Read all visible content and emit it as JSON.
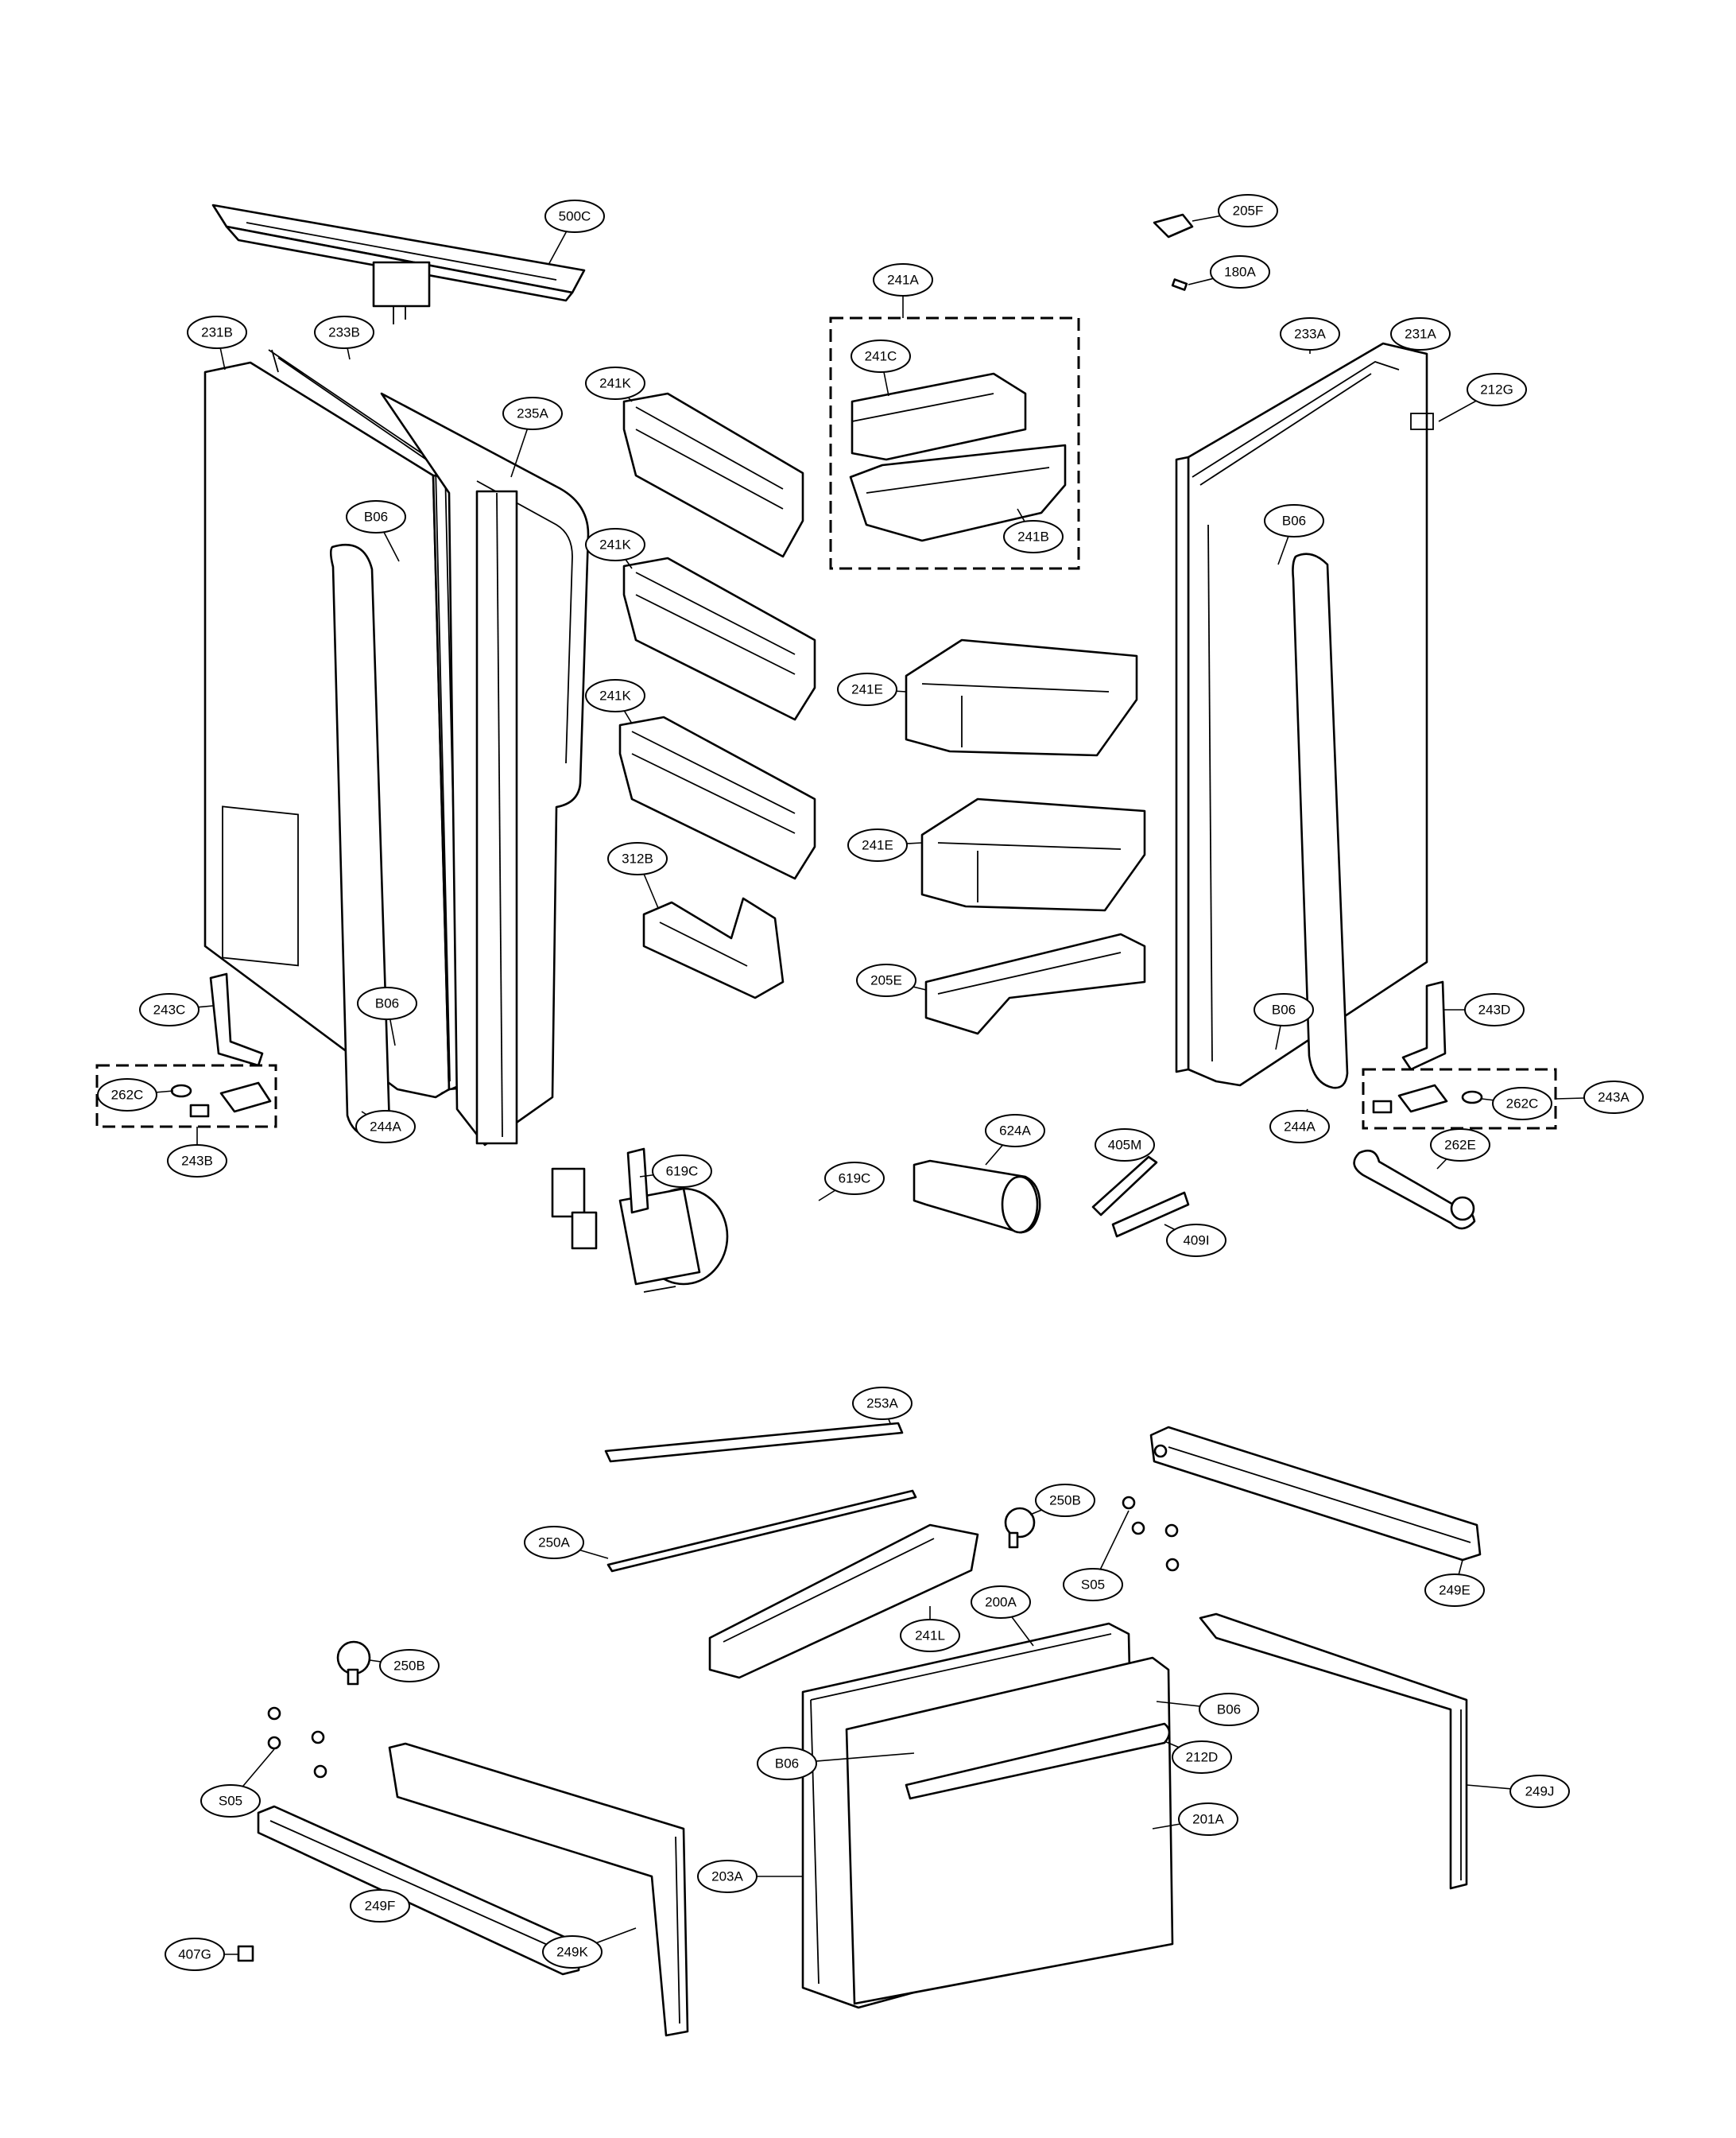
{
  "parts": [
    {
      "id": "p500C",
      "label": "500C"
    },
    {
      "id": "p205F",
      "label": "205F"
    },
    {
      "id": "p180A",
      "label": "180A"
    },
    {
      "id": "p241A",
      "label": "241A"
    },
    {
      "id": "p231B",
      "label": "231B"
    },
    {
      "id": "p233B",
      "label": "233B"
    },
    {
      "id": "p233A",
      "label": "233A"
    },
    {
      "id": "p231A",
      "label": "231A"
    },
    {
      "id": "p235A",
      "label": "235A"
    },
    {
      "id": "p241K1",
      "label": "241K"
    },
    {
      "id": "p241C",
      "label": "241C"
    },
    {
      "id": "p212G",
      "label": "212G"
    },
    {
      "id": "pB06a",
      "label": "B06"
    },
    {
      "id": "pB06b",
      "label": "B06"
    },
    {
      "id": "p241B",
      "label": "241B"
    },
    {
      "id": "p241K2",
      "label": "241K"
    },
    {
      "id": "p241E1",
      "label": "241E"
    },
    {
      "id": "p241K3",
      "label": "241K"
    },
    {
      "id": "p241E2",
      "label": "241E"
    },
    {
      "id": "p312B",
      "label": "312B"
    },
    {
      "id": "p205E",
      "label": "205E"
    },
    {
      "id": "p243C",
      "label": "243C"
    },
    {
      "id": "pB06c",
      "label": "B06"
    },
    {
      "id": "pB06d",
      "label": "B06"
    },
    {
      "id": "p243D",
      "label": "243D"
    },
    {
      "id": "p262Ca",
      "label": "262C"
    },
    {
      "id": "p262Cb",
      "label": "262C"
    },
    {
      "id": "p243A",
      "label": "243A"
    },
    {
      "id": "p244Aa",
      "label": "244A"
    },
    {
      "id": "p244Ab",
      "label": "244A"
    },
    {
      "id": "p243B",
      "label": "243B"
    },
    {
      "id": "p624A",
      "label": "624A"
    },
    {
      "id": "p405M",
      "label": "405M"
    },
    {
      "id": "p262E",
      "label": "262E"
    },
    {
      "id": "p619Ca",
      "label": "619C"
    },
    {
      "id": "p619Cb",
      "label": "619C"
    },
    {
      "id": "p409I",
      "label": "409I"
    },
    {
      "id": "p253A",
      "label": "253A"
    },
    {
      "id": "p250Ba",
      "label": "250B"
    },
    {
      "id": "p250A",
      "label": "250A"
    },
    {
      "id": "pS05a",
      "label": "S05"
    },
    {
      "id": "p249E",
      "label": "249E"
    },
    {
      "id": "p241L",
      "label": "241L"
    },
    {
      "id": "p200A",
      "label": "200A"
    },
    {
      "id": "p250Bb",
      "label": "250B"
    },
    {
      "id": "pB06e",
      "label": "B06"
    },
    {
      "id": "pB06f",
      "label": "B06"
    },
    {
      "id": "p212D",
      "label": "212D"
    },
    {
      "id": "pS05b",
      "label": "S05"
    },
    {
      "id": "p249J",
      "label": "249J"
    },
    {
      "id": "p201A",
      "label": "201A"
    },
    {
      "id": "p407G",
      "label": "407G"
    },
    {
      "id": "p249F",
      "label": "249F"
    },
    {
      "id": "p203A",
      "label": "203A"
    },
    {
      "id": "p249K",
      "label": "249K"
    }
  ]
}
